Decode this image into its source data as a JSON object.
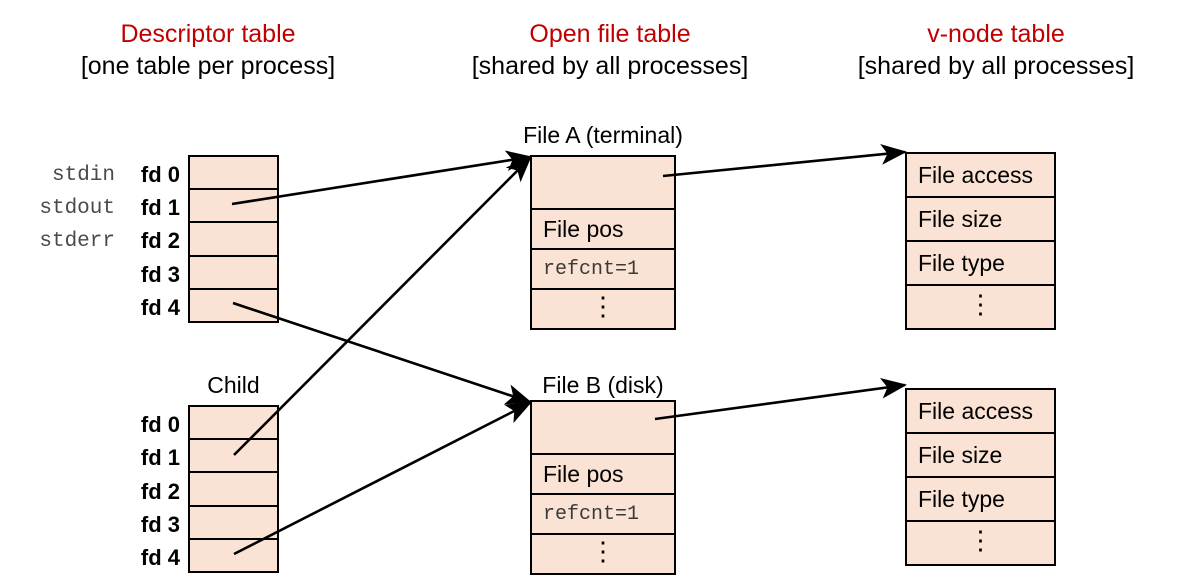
{
  "headings": [
    {
      "title": "Descriptor table",
      "subtitle": "[one table per process]"
    },
    {
      "title": "Open file table",
      "subtitle": "[shared by all processes]"
    },
    {
      "title": "v-node table",
      "subtitle": "[shared by all processes]"
    }
  ],
  "descriptor_tables": {
    "parent": {
      "caption": "",
      "std_labels": [
        "stdin",
        "stdout",
        "stderr"
      ],
      "fd_labels": [
        "fd 0",
        "fd 1",
        "fd 2",
        "fd 3",
        "fd 4"
      ],
      "cells": [
        "",
        "",
        "",
        "",
        ""
      ]
    },
    "child": {
      "caption": "Child",
      "std_labels": [],
      "fd_labels": [
        "fd 0",
        "fd 1",
        "fd 2",
        "fd 3",
        "fd 4"
      ],
      "cells": [
        "",
        "",
        "",
        "",
        ""
      ]
    }
  },
  "open_file_tables": [
    {
      "caption": "File A (terminal)",
      "cells": [
        "",
        "File pos",
        "refcnt=1",
        "⋮"
      ],
      "refcnt": "refcnt=1",
      "file_pos": "File pos",
      "ellipsis": "⋮"
    },
    {
      "caption": "File B (disk)",
      "cells": [
        "",
        "File pos",
        "refcnt=1",
        "⋮"
      ],
      "refcnt": "refcnt=1",
      "file_pos": "File pos",
      "ellipsis": "⋮"
    }
  ],
  "vnode_tables": [
    {
      "cells": [
        "File access",
        "File size",
        "File type",
        "⋮"
      ]
    },
    {
      "cells": [
        "File access",
        "File size",
        "File type",
        "⋮"
      ]
    }
  ],
  "colors": {
    "heading_red": "#C00000",
    "table_fill": "#FAE3D5",
    "table_border": "#000000",
    "text": "#000000",
    "background": "#FFFFFF"
  },
  "arrows": [
    {
      "from": "parent-fd1",
      "to": "file-a"
    },
    {
      "from": "parent-fd4",
      "to": "file-b"
    },
    {
      "from": "child-fd1",
      "to": "file-a"
    },
    {
      "from": "child-fd4",
      "to": "file-b"
    },
    {
      "from": "file-a",
      "to": "vnode-a"
    },
    {
      "from": "file-b",
      "to": "vnode-b"
    }
  ]
}
